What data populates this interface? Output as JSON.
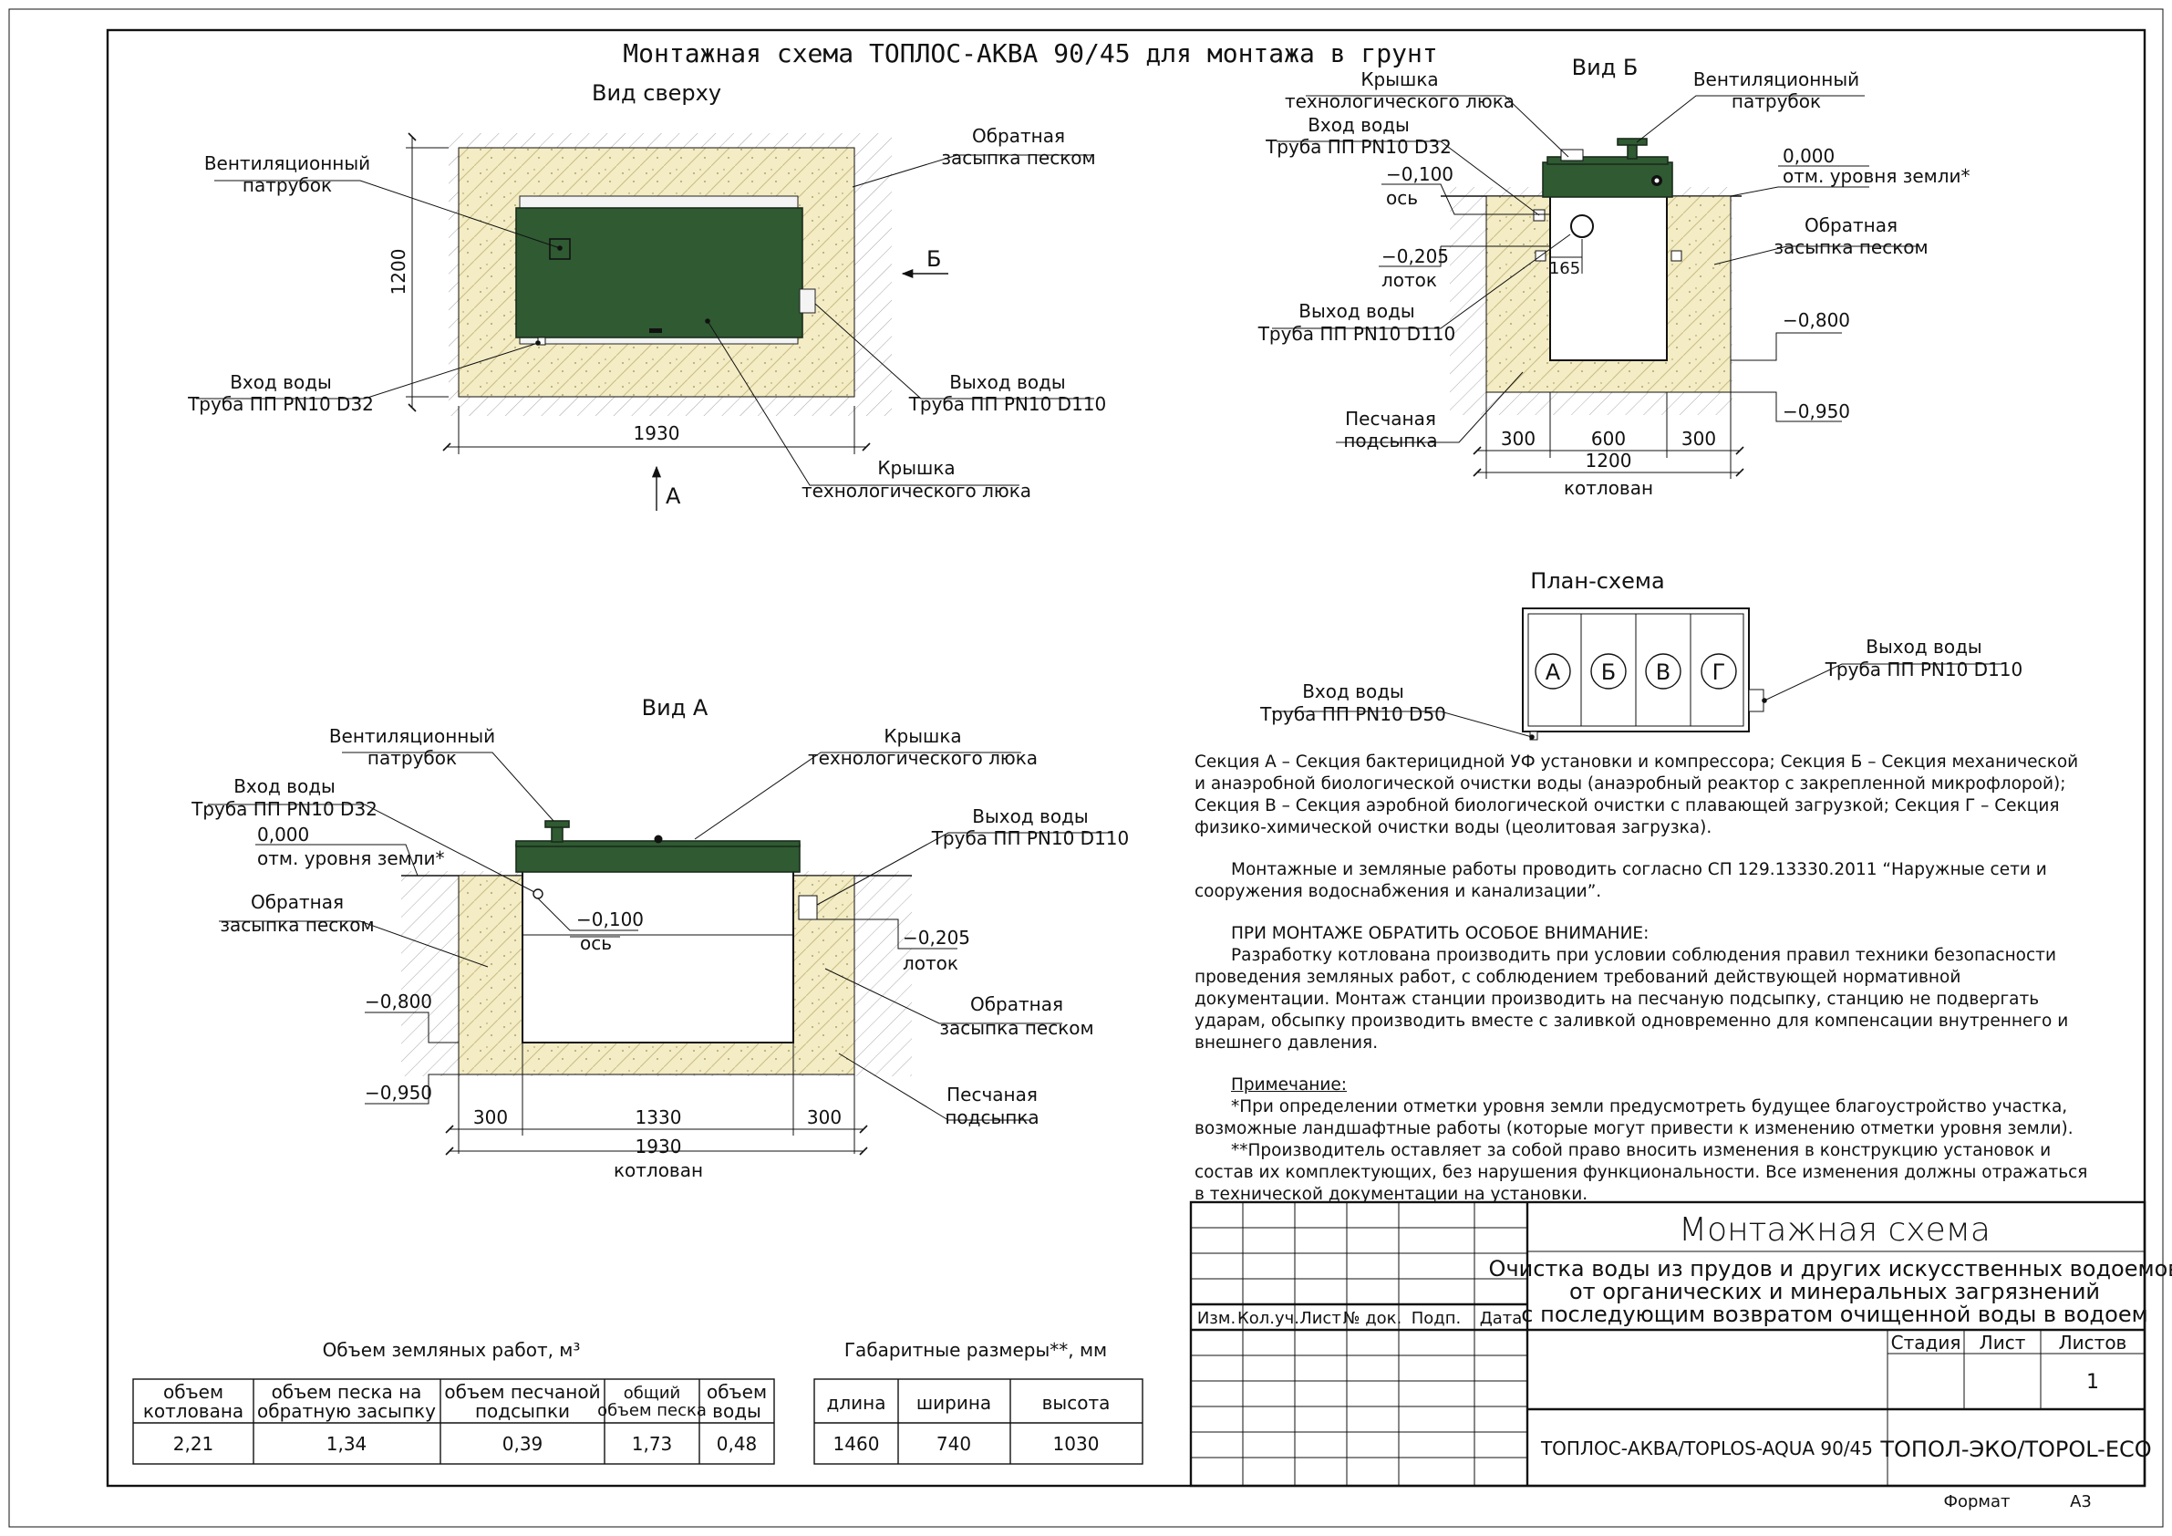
{
  "title": "Монтажная схема ТОПЛОС-АКВА 90/45 для монтажа в грунт",
  "views": {
    "top": {
      "title": "Вид сверху",
      "vent": [
        "Вентиляционный",
        "патрубок"
      ],
      "backfill": [
        "Обратная",
        "засыпка песком"
      ],
      "inlet": [
        "Вход воды",
        "Труба ПП PN10 D32"
      ],
      "outlet": [
        "Выход воды",
        "Труба ПП PN10 D110"
      ],
      "hatch": [
        "Крышка",
        "технологического люка"
      ],
      "dim_width": "1930",
      "dim_height": "1200",
      "arrow_a": "А",
      "arrow_b": "Б"
    },
    "b": {
      "title": "Вид Б",
      "hatch": [
        "Крышка",
        "технологического люка"
      ],
      "vent": [
        "Вентиляционный",
        "патрубок"
      ],
      "inlet": [
        "Вход воды",
        "Труба ПП PN10 D32"
      ],
      "axis_level": "−0,100",
      "axis": "ось",
      "tray_level": "−0,205",
      "tray": "лоток",
      "outlet": [
        "Выход воды",
        "Труба ПП PN10 D110"
      ],
      "ground_level": "0,000",
      "ground": "отм. уровня земли*",
      "backfill": [
        "Обратная",
        "засыпка песком"
      ],
      "level_800": "−0,800",
      "level_950": "−0,950",
      "sand_bed": [
        "Песчаная",
        "подсыпка"
      ],
      "dim_165": "165",
      "dim_300a": "300",
      "dim_600": "600",
      "dim_300b": "300",
      "dim_1200": "1200",
      "pit": "котлован"
    },
    "plan": {
      "title": "План-схема",
      "sections": [
        "А",
        "Б",
        "В",
        "Г"
      ],
      "inlet": [
        "Вход воды",
        "Труба ПП PN10 D50"
      ],
      "outlet": [
        "Выход воды",
        "Труба ПП PN10 D110"
      ]
    },
    "a": {
      "title": "Вид А",
      "vent": [
        "Вентиляционный",
        "патрубок"
      ],
      "hatch": [
        "Крышка",
        "технологического люка"
      ],
      "inlet": [
        "Вход воды",
        "Труба ПП PN10 D32"
      ],
      "ground_level": "0,000",
      "ground": "отм. уровня земли*",
      "outlet": [
        "Выход воды",
        "Труба ПП PN10 D110"
      ],
      "backfill_left": [
        "Обратная",
        "засыпка песком"
      ],
      "axis_level": "−0,100",
      "axis": "ось",
      "tray_level": "−0,205",
      "tray": "лоток",
      "level_800": "−0,800",
      "backfill_right": [
        "Обратная",
        "засыпка песком"
      ],
      "level_950": "−0,950",
      "sand_bed": [
        "Песчаная",
        "подсыпка"
      ],
      "dim_300a": "300",
      "dim_1330": "1330",
      "dim_300b": "300",
      "dim_1930": "1930",
      "pit": "котлован"
    }
  },
  "notes": {
    "sections": "Секция А – Секция бактерицидной УФ установки и компрессора; Секция Б – Секция механической и анаэробной биологической очистки воды (анаэробный реактор с закрепленной микрофлорой); Секция В – Секция аэробной биологической очистки с плавающей загрузкой; Секция Г – Секция физико-химической очистки воды (цеолитовая загрузка).",
    "works": "Монтажные и земляные работы проводить согласно СП 129.13330.2011 “Наружные сети и сооружения водоснабжения и канализации”.",
    "attention_title": "ПРИ МОНТАЖЕ ОБРАТИТЬ ОСОБОЕ ВНИМАНИЕ:",
    "attention": "Разработку котлована производить при условии соблюдения правил техники безопасности проведения земляных работ, с соблюдением требований действующей нормативной документации. Монтаж станции производить на песчаную подсыпку, станцию не подвергать ударам, обсыпку производить вместе с заливкой одновременно для компенсации внутреннего и внешнего давления.",
    "remark_title": "Примечание:",
    "remark1": "*При определении отметки уровня земли предусмотреть будущее благоустройство участка, возможные ландшафтные работы (которые могут привести к изменению отметки уровня земли).",
    "remark2": "**Производитель оставляет за собой право вносить изменения в конструкцию установок и состав их комплектующих, без нарушения функциональности. Все изменения должны отражаться в технической документации на установки."
  },
  "earthworks": {
    "title": "Объем земляных работ, м³",
    "headers": [
      [
        "объем",
        "котлована"
      ],
      [
        "объем песка на",
        "обратную засыпку"
      ],
      [
        "объем песчаной",
        "подсыпки"
      ],
      [
        "общий",
        "объем песка"
      ],
      [
        "объем",
        "воды"
      ]
    ],
    "values": [
      "2,21",
      "1,34",
      "0,39",
      "1,73",
      "0,48"
    ]
  },
  "dimensions": {
    "title": "Габаритные размеры**, мм",
    "headers": [
      "длина",
      "ширина",
      "высота"
    ],
    "values": [
      "1460",
      "740",
      "1030"
    ]
  },
  "stamp": {
    "cols": [
      "Изм.",
      "Кол.уч.",
      "Лист",
      "№ док.",
      "Подп.",
      "Дата"
    ],
    "doc_title": "Монтажная схема",
    "description": [
      "Очистка воды из прудов и других искусственных водоемов",
      "от органических и минеральных загрязнений",
      "с последующим возвратом очищенной воды в водоем"
    ],
    "stage": "Стадия",
    "sheet": "Лист",
    "sheets": "Листов",
    "sheets_value": "1",
    "product": "ТОПЛОС-АКВА/TOPLOS-AQUA 90/45",
    "company": "ТОПОЛ-ЭКО/TOPOL-ECO",
    "format_label": "Формат",
    "format_value": "А3"
  }
}
